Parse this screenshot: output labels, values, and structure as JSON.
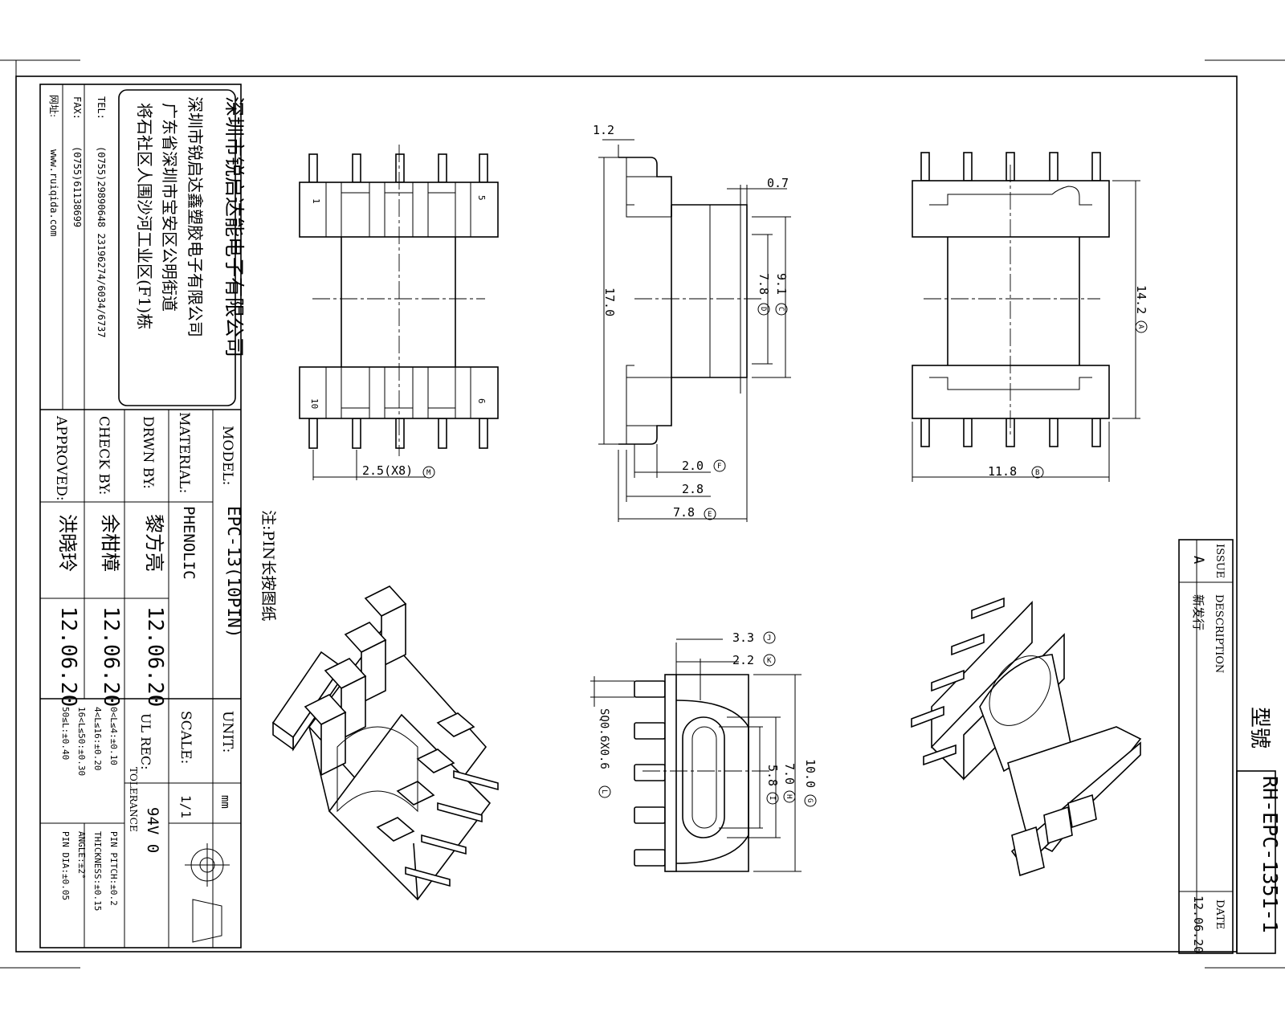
{
  "title_block": {
    "company": "深圳市锐启达能电子有限公司",
    "factory": "深圳市锐启达鑫塑胶电子有限公司",
    "address_line1": "广东省深圳市宝安区公明街道",
    "address_line2": "将石社区人围沙河工业区(F1)栋",
    "tel_label": "TEL:",
    "tel": "(0755)29890648  23196274/6034/6737",
    "fax_label": "FAX:",
    "fax": "(0755)61138699",
    "web_label": "网址:",
    "web": "www.ruiqida.com",
    "model_label": "MODEL:",
    "model": "EPC-13(10PIN)",
    "material_label": "MATERIAL:",
    "material": "PHENOLIC",
    "drwn_label": "DRWN BY:",
    "drwn_name": "黎方亮",
    "drwn_date": "12.06.20",
    "check_label": "CHECK BY:",
    "check_name": "余柑樟",
    "check_date": "12.06.20",
    "approved_label": "APPROVED:",
    "approved_name": "洪晓玲",
    "approved_date": "12.06.20",
    "unit_label": "UNIT:",
    "unit": "mm",
    "scale_label": "SCALE:",
    "scale": "1/1",
    "ul_label": "UL REC:",
    "ul": "94V 0",
    "tolerance_label": "TOLERANCE",
    "tol": [
      "0<L≤4:±0.10",
      "4<L≤16:±0.20",
      "16<L≤50:±0.30",
      "50≤L:±0.40"
    ],
    "tol2": [
      "PIN PITCH:±0.2",
      "THICKNESS:±0.15",
      "ANGLE:±2°",
      "PIN DIA:±0.05"
    ]
  },
  "note": "注:PIN长按图纸",
  "revision": {
    "issue_label": "ISSUE",
    "desc_label": "DESCRIPTION",
    "date_label": "DATE",
    "issue": "A",
    "desc": "新发行",
    "date": "12.06.20",
    "model_no_label": "型號",
    "model_no": "RH-EPC-1351-1"
  },
  "dims": {
    "pin_pitch": "2.5(X8)",
    "pin_pitch_tag": "M",
    "d_1_2": "1.2",
    "d_0_7": "0.7",
    "d_17_0": "17.0",
    "d_9_1": "9.1",
    "d_9_1_tag": "C",
    "d_7_8": "7.8",
    "d_7_8_tag": "D",
    "d_2_0": "2.0",
    "d_2_0_tag": "F",
    "d_2_8": "2.8",
    "d_7_8b": "7.8",
    "d_7_8b_tag": "E",
    "d_14_2": "14.2",
    "d_14_2_tag": "A",
    "d_11_8": "11.8",
    "d_11_8_tag": "B",
    "d_3_3": "3.3",
    "d_3_3_tag": "J",
    "d_2_2": "2.2",
    "d_2_2_tag": "K",
    "d_10_0": "10.0",
    "d_10_0_tag": "G",
    "d_7_0": "7.0",
    "d_7_0_tag": "H",
    "d_5_8": "5.8",
    "d_5_8_tag": "I",
    "d_sq": "SQ0.6X0.6",
    "d_sq_tag": "L",
    "pin1": "1",
    "pin5": "5",
    "pin10": "10",
    "pin6": "6"
  }
}
